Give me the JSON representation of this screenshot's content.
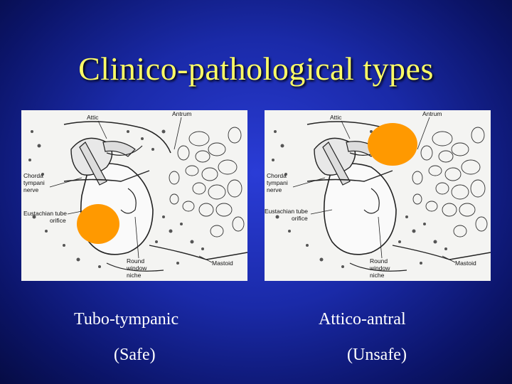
{
  "slide": {
    "title": "Clinico-pathological types"
  },
  "diagram": {
    "labels": {
      "attic": "Attic",
      "antrum": "Antrum",
      "chorda": [
        "Chorda",
        "tympani",
        "nerve"
      ],
      "eustachian": [
        "Eustachian tube",
        "orifice"
      ],
      "round_window": [
        "Round",
        "window",
        "niche"
      ],
      "mastoid": "Mastoid"
    },
    "highlight_color": "#ff9900"
  },
  "left": {
    "caption_line1": "Tubo-tympanic",
    "caption_line2": "(Safe)"
  },
  "right": {
    "caption_line1": "Attico-antral",
    "caption_line2": "(Unsafe)"
  }
}
